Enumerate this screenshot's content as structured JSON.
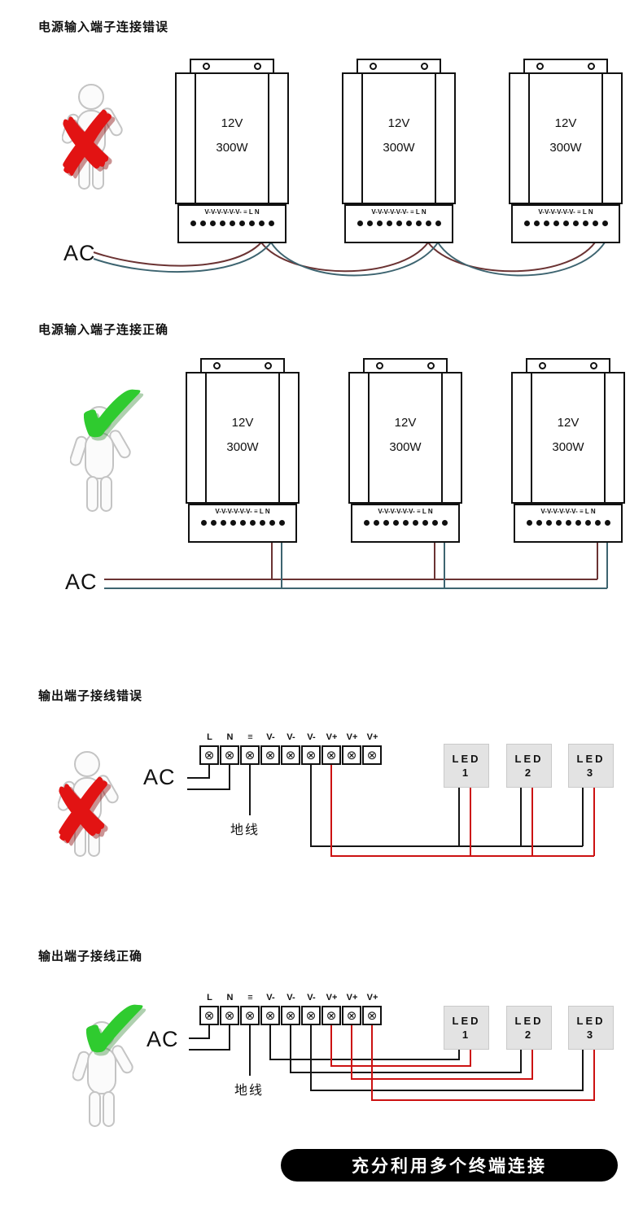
{
  "sections": {
    "input_wrong": {
      "title": "电源输入端子连接错误",
      "ac_label": "AC",
      "mark": "✘"
    },
    "input_right": {
      "title": "电源输入端子连接正确",
      "ac_label": "AC",
      "mark": "✔"
    },
    "output_wrong": {
      "title": "输出端子接线错误",
      "ac_label": "AC",
      "ground_label": "地线",
      "mark": "✘"
    },
    "output_right": {
      "title": "输出端子接线正确",
      "ac_label": "AC",
      "ground_label": "地线",
      "mark": "✔"
    }
  },
  "psu": {
    "voltage": "12V",
    "power": "300W",
    "terminal_row": "V-V-V-V-V-V- ≡ L N"
  },
  "terminal_labels": [
    "L",
    "N",
    "≡",
    "V-",
    "V-",
    "V-",
    "V+",
    "V+",
    "V+"
  ],
  "led_units": [
    {
      "name": "LED",
      "num": "1"
    },
    {
      "name": "LED",
      "num": "2"
    },
    {
      "name": "LED",
      "num": "3"
    }
  ],
  "icons": {
    "screw": "⊗"
  },
  "banner": {
    "text": "充分利用多个终端连接"
  },
  "colors": {
    "wire_live": "#6b3333",
    "wire_neutral": "#3d6470",
    "wire_black": "#151515",
    "wire_red": "#cc1111",
    "error_mark": "#e21313",
    "ok_mark": "#2fcb2f"
  }
}
